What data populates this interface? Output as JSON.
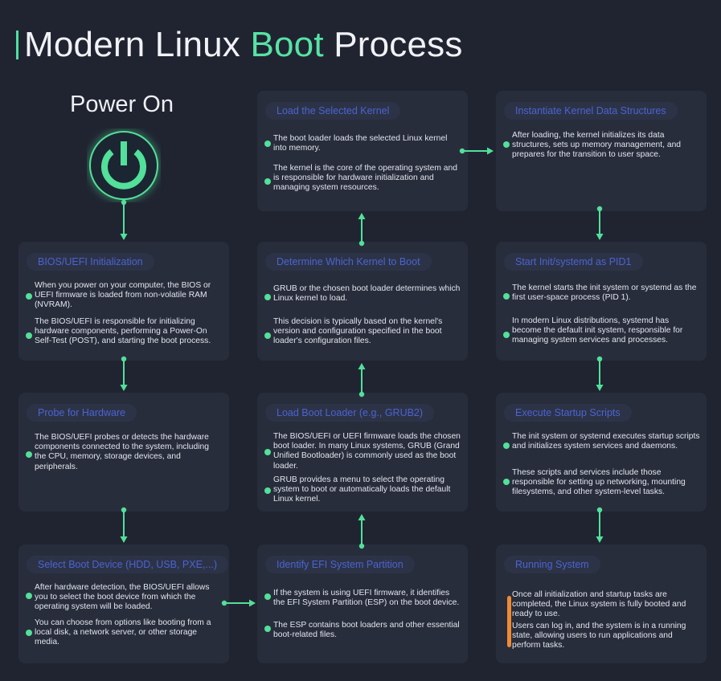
{
  "title": {
    "prefix": "Modern Linux ",
    "accent": "Boot",
    "suffix": " Process",
    "accent_color": "#57e3a4"
  },
  "start": {
    "label": "Power On",
    "icon": "power-icon"
  },
  "colors": {
    "background": "#202431",
    "card": "#282d3c",
    "card_title_text": "#4a64d0",
    "connector": "#52e09a",
    "final_marker": "#f08a33"
  },
  "steps": [
    {
      "id": "bios",
      "title": "BIOS/UEFI Initialization",
      "paragraphs": [
        "When you power on your computer, the BIOS or UEFI firmware is loaded from non-volatile RAM (NVRAM).",
        "The BIOS/UEFI is responsible for initializing hardware components, performing a Power-On Self-Test (POST), and starting the boot process."
      ]
    },
    {
      "id": "probe",
      "title": "Probe for Hardware",
      "paragraphs": [
        "The BIOS/UEFI probes or detects the hardware components connected to the system, including the CPU, memory, storage devices, and peripherals."
      ]
    },
    {
      "id": "select-device",
      "title": "Select Boot Device (HDD, USB, PXE,...)",
      "paragraphs": [
        "After hardware detection, the BIOS/UEFI allows you to select the boot device from which the operating system will be loaded.",
        "You can choose from options like booting from a local disk, a network server, or other storage media."
      ]
    },
    {
      "id": "efi",
      "title": "Identify EFI System Partition",
      "paragraphs": [
        "If the system is using UEFI firmware, it identifies the EFI System Partition (ESP) on the boot device.",
        "The ESP contains boot loaders and other essential boot-related files."
      ]
    },
    {
      "id": "bootloader",
      "title": "Load Boot Loader (e.g., GRUB2)",
      "paragraphs": [
        "The BIOS/UEFI or UEFI firmware loads the chosen boot loader. In many Linux systems, GRUB (Grand Unified Bootloader) is commonly used as the boot loader.",
        "GRUB provides a menu to select the operating system to boot or automatically loads the default Linux kernel."
      ]
    },
    {
      "id": "determine",
      "title": "Determine Which Kernel to Boot",
      "paragraphs": [
        "GRUB or the chosen boot loader determines which Linux kernel to load.",
        "This decision is typically based on the kernel's version and configuration specified in the boot loader's configuration files."
      ]
    },
    {
      "id": "load-kernel",
      "title": "Load the Selected Kernel",
      "paragraphs": [
        "The boot loader loads the selected Linux kernel into memory.",
        "The kernel is the core of the operating system and is responsible for hardware initialization and managing system resources."
      ]
    },
    {
      "id": "instantiate",
      "title": "Instantiate Kernel Data Structures",
      "paragraphs": [
        "After loading, the kernel initializes its data structures, sets up memory management, and prepares for the transition to user space."
      ]
    },
    {
      "id": "init",
      "title": "Start Init/systemd as PID1",
      "paragraphs": [
        "The kernel starts the init system or systemd as the first user-space process (PID 1).",
        "In modern Linux distributions, systemd has become the default init system, responsible for managing system services and processes."
      ]
    },
    {
      "id": "scripts",
      "title": "Execute Startup Scripts",
      "paragraphs": [
        "The init system or systemd executes startup scripts and initializes system services and daemons.",
        "These scripts and services include those responsible for setting up networking, mounting filesystems, and other system-level tasks."
      ]
    },
    {
      "id": "running",
      "title": "Running System",
      "paragraphs": [
        "Once all initialization and startup tasks are completed, the Linux system is fully booted and ready to use.",
        "Users can log in, and the system is in a running state, allowing users to run applications and perform tasks."
      ]
    }
  ],
  "flow": [
    [
      "power-on",
      "bios"
    ],
    [
      "bios",
      "probe"
    ],
    [
      "probe",
      "select-device"
    ],
    [
      "select-device",
      "efi"
    ],
    [
      "efi",
      "bootloader"
    ],
    [
      "bootloader",
      "determine"
    ],
    [
      "determine",
      "load-kernel"
    ],
    [
      "load-kernel",
      "instantiate"
    ],
    [
      "instantiate",
      "init"
    ],
    [
      "init",
      "scripts"
    ],
    [
      "scripts",
      "running"
    ]
  ]
}
